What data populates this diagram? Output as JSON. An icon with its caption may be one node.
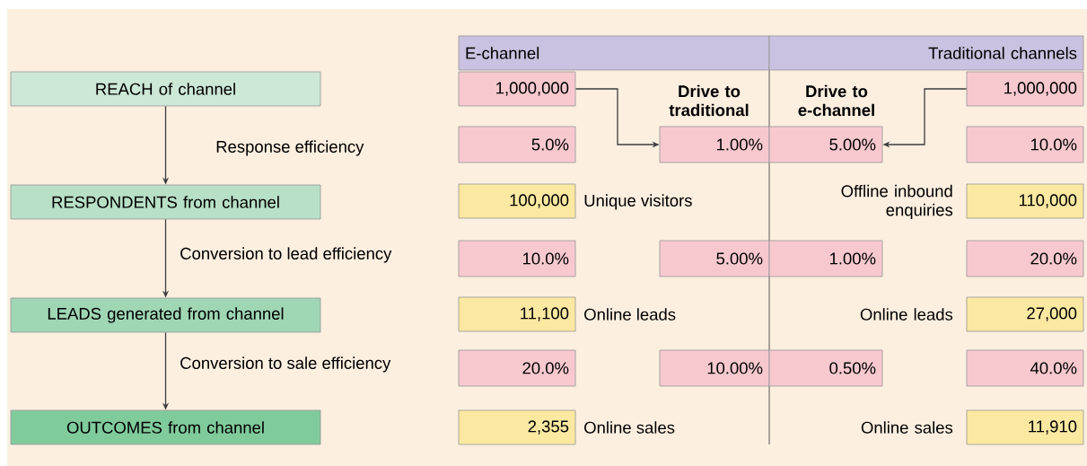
{
  "diagram": {
    "nodes": [
      {
        "text": [
          "REACH of channel"
        ]
      },
      {
        "text": [
          "RESPONDENTS from channel"
        ]
      },
      {
        "text": [
          "LEADS generated from channel"
        ]
      },
      {
        "text": [
          "OUTCOMES from channel"
        ]
      },
      {
        "text": [
          "E-channel"
        ]
      },
      {
        "text": [
          "Traditional channels"
        ]
      },
      {
        "text": [
          "1,000,000"
        ]
      },
      {
        "text": [
          "1,000,000"
        ]
      },
      {
        "text": [
          "5.0%"
        ]
      },
      {
        "text": [
          "1.00%"
        ]
      },
      {
        "text": [
          "5.00%"
        ]
      },
      {
        "text": [
          "10.0%"
        ]
      },
      {
        "text": [
          "100,000"
        ]
      },
      {
        "text": [
          "110,000"
        ]
      },
      {
        "text": [
          "10.0%"
        ]
      },
      {
        "text": [
          "5.00%"
        ]
      },
      {
        "text": [
          "1.00%"
        ]
      },
      {
        "text": [
          "20.0%"
        ]
      },
      {
        "text": [
          "11,100"
        ]
      },
      {
        "text": [
          "27,000"
        ]
      },
      {
        "text": [
          "20.0%"
        ]
      },
      {
        "text": [
          "10.00%"
        ]
      },
      {
        "text": [
          "0.50%"
        ]
      },
      {
        "text": [
          "40.0%"
        ]
      },
      {
        "text": [
          "2,355"
        ]
      },
      {
        "text": [
          "11,910"
        ]
      }
    ],
    "edges": [
      {
        "from": 0,
        "to": 1,
        "arrow": "to",
        "label": "Response efficiency"
      },
      {
        "from": 1,
        "to": 2,
        "arrow": "to",
        "label": "Conversion to lead efficiency"
      },
      {
        "from": 2,
        "to": 3,
        "arrow": "to",
        "label": "Conversion to sale efficiency"
      },
      {
        "from": 6,
        "to": 9,
        "arrow": "to"
      },
      {
        "from": 7,
        "to": 10,
        "arrow": "to"
      }
    ],
    "labels": [
      "Drive to traditional",
      "Drive to e-channel",
      "Unique visitors",
      "Offline inbound enquiries",
      "Online leads",
      "Online leads",
      "Online sales",
      "Online sales"
    ]
  }
}
